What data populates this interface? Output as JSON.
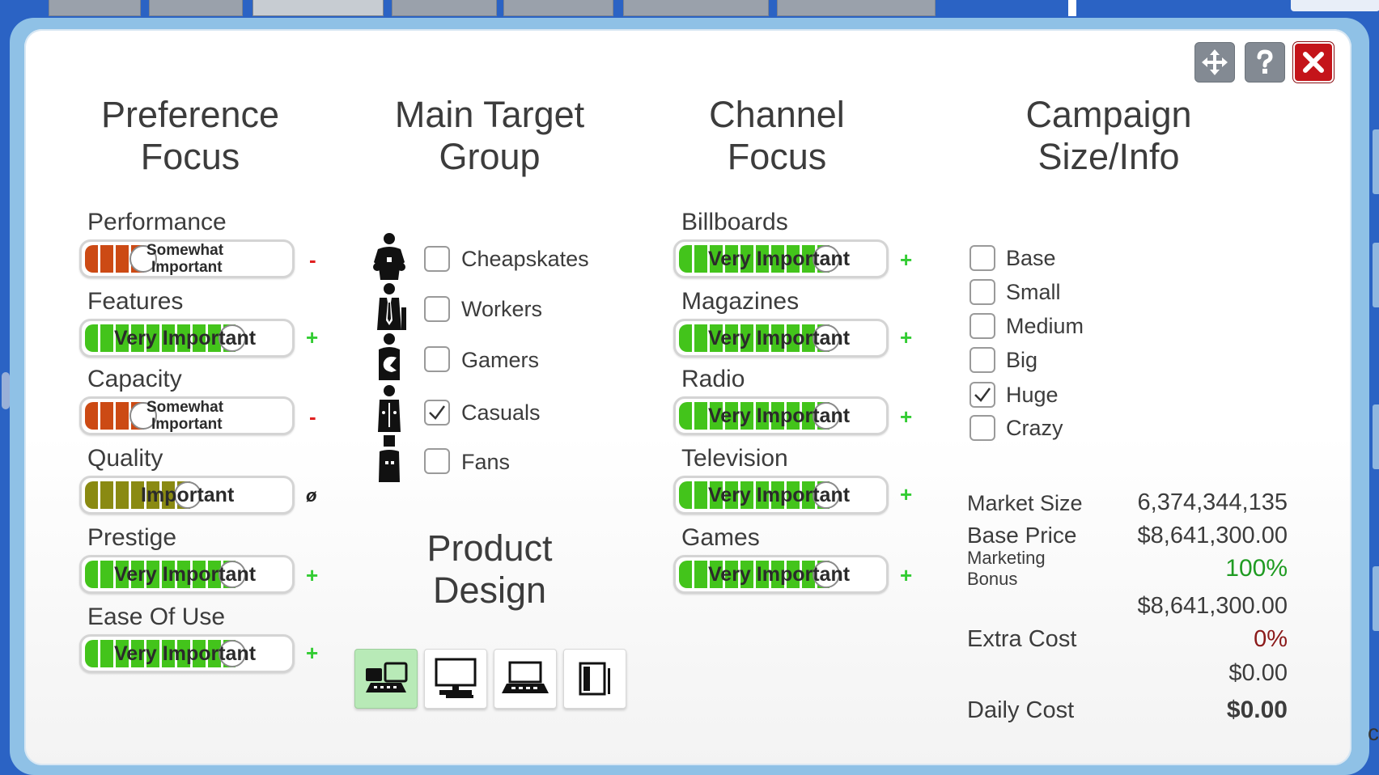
{
  "columns": {
    "preference": "Preference\nFocus",
    "target": "Main Target\nGroup",
    "channel": "Channel\nFocus",
    "campaign": "Campaign\nSize/Info",
    "design": "Product\nDesign"
  },
  "preferences": [
    {
      "label": "Performance",
      "value_text_1": "Somewhat",
      "value_text_2": "Important",
      "level": 0.25,
      "color": "#cc4a14",
      "sign": "-"
    },
    {
      "label": "Features",
      "value_text": "Very Important",
      "level": 0.75,
      "color": "#43c41b",
      "sign": "+"
    },
    {
      "label": "Capacity",
      "value_text_1": "Somewhat",
      "value_text_2": "Important",
      "level": 0.25,
      "color": "#cc4a14",
      "sign": "-"
    },
    {
      "label": "Quality",
      "value_text": "Important",
      "level": 0.5,
      "color": "#8a8a12",
      "sign": "ø"
    },
    {
      "label": "Prestige",
      "value_text": "Very Important",
      "level": 0.75,
      "color": "#43c41b",
      "sign": "+"
    },
    {
      "label": "Ease Of Use",
      "value_text": "Very Important",
      "level": 0.75,
      "color": "#43c41b",
      "sign": "+"
    }
  ],
  "targets": [
    {
      "label": "Cheapskates",
      "checked": false,
      "icon": "cheapskate-person-icon"
    },
    {
      "label": "Workers",
      "checked": false,
      "icon": "worker-person-icon"
    },
    {
      "label": "Gamers",
      "checked": false,
      "icon": "gamer-person-icon"
    },
    {
      "label": "Casuals",
      "checked": true,
      "icon": "casual-person-icon"
    },
    {
      "label": "Fans",
      "checked": false,
      "icon": "fan-person-icon"
    }
  ],
  "channels": [
    {
      "label": "Billboards",
      "value_text": "Very Important",
      "level": 0.75,
      "sign": "+"
    },
    {
      "label": "Magazines",
      "value_text": "Very Important",
      "level": 0.75,
      "sign": "+"
    },
    {
      "label": "Radio",
      "value_text": "Very Important",
      "level": 0.75,
      "sign": "+"
    },
    {
      "label": "Television",
      "value_text": "Very Important",
      "level": 0.75,
      "sign": "+"
    },
    {
      "label": "Games",
      "value_text": "Very Important",
      "level": 0.75,
      "sign": "+"
    }
  ],
  "sizes": [
    {
      "label": "Base",
      "checked": false
    },
    {
      "label": "Small",
      "checked": false
    },
    {
      "label": "Medium",
      "checked": false
    },
    {
      "label": "Big",
      "checked": false
    },
    {
      "label": "Huge",
      "checked": true
    },
    {
      "label": "Crazy",
      "checked": false
    }
  ],
  "info": {
    "market_size_label": "Market Size",
    "market_size": "6,374,344,135",
    "base_price_label": "Base Price",
    "base_price": "$8,641,300.00",
    "marketing_bonus_label_1": "Marketing",
    "marketing_bonus_label_2": "Bonus",
    "marketing_bonus": "100%",
    "bonus_total": "$8,641,300.00",
    "extra_cost_label": "Extra Cost",
    "extra_cost_pct": "0%",
    "extra_cost": "$0.00",
    "daily_cost_label": "Daily Cost",
    "daily_cost": "$0.00"
  },
  "design_options": [
    {
      "icon": "desktop-combo-icon",
      "selected": true
    },
    {
      "icon": "monitor-icon",
      "selected": false
    },
    {
      "icon": "laptop-icon",
      "selected": false
    },
    {
      "icon": "tablet-icon",
      "selected": false
    }
  ],
  "colors": {
    "green": "#43c41b",
    "green_value": "#1f9b22",
    "red_value": "#8b1a1a",
    "close_red": "#c4141a"
  }
}
